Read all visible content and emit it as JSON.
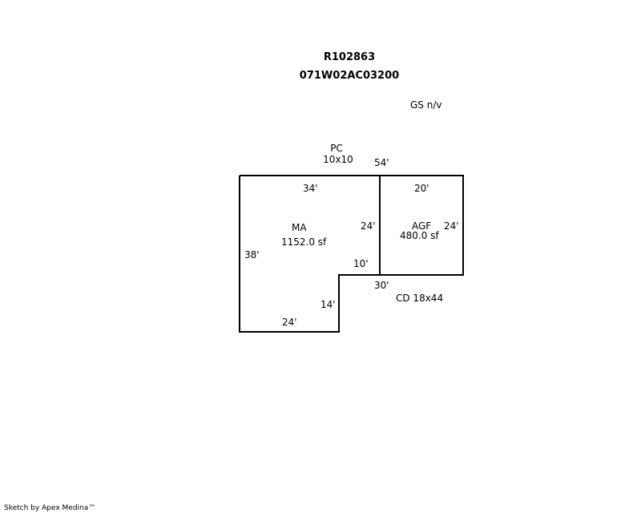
{
  "header": {
    "account_id": "R102863",
    "map_tax_lot": "071W02AC03200",
    "garage_note": "GS n/v"
  },
  "areas": {
    "main": {
      "code": "MA",
      "area": "1152.0 sf"
    },
    "garage": {
      "code": "AGF",
      "area": "480.0 sf"
    },
    "porch": {
      "code": "PC",
      "size": "10x10"
    },
    "deck": {
      "label": "CD 18x44"
    }
  },
  "dimensions": {
    "overall_top": "54'",
    "ma_top": "34'",
    "ma_right_upper": "24'",
    "ma_left": "38'",
    "ma_notch_top": "10'",
    "ma_notch_side": "14'",
    "ma_bottom": "24'",
    "agf_top": "20'",
    "agf_right": "24'",
    "agf_bottom": "30'"
  },
  "footer": {
    "credit": "Sketch by Apex Medina™"
  }
}
